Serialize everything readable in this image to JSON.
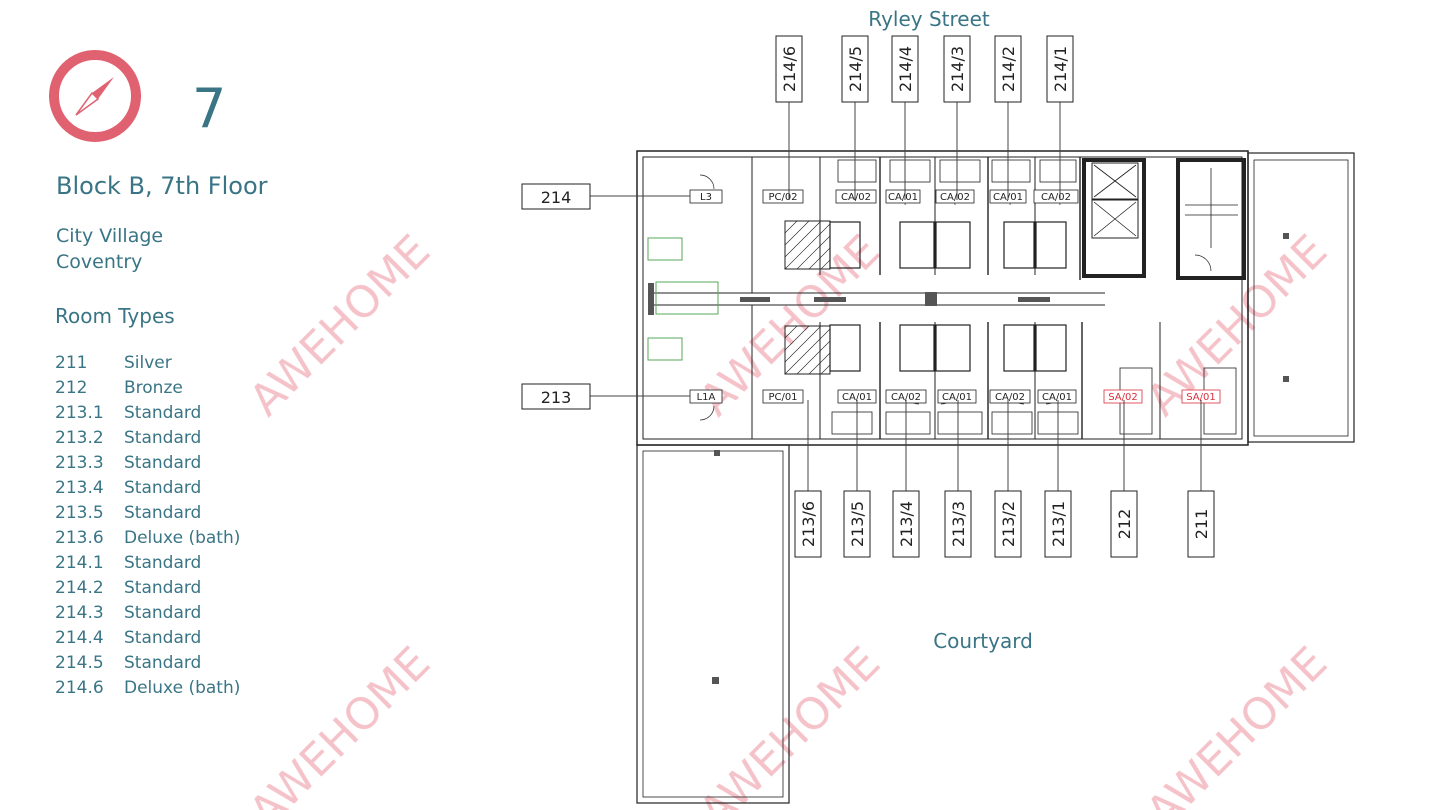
{
  "header": {
    "floor_number": "7",
    "title": "Block B, 7th Floor",
    "address_line1": "City Village",
    "address_line2": "Coventry"
  },
  "legend": {
    "heading": "Room Types",
    "rooms": [
      {
        "number": "211",
        "type": "Silver"
      },
      {
        "number": "212",
        "type": "Bronze"
      },
      {
        "number": "213.1",
        "type": "Standard"
      },
      {
        "number": "213.2",
        "type": "Standard"
      },
      {
        "number": "213.3",
        "type": "Standard"
      },
      {
        "number": "213.4",
        "type": "Standard"
      },
      {
        "number": "213.5",
        "type": "Standard"
      },
      {
        "number": "213.6",
        "type": "Deluxe (bath)"
      },
      {
        "number": "214.1",
        "type": "Standard"
      },
      {
        "number": "214.2",
        "type": "Standard"
      },
      {
        "number": "214.3",
        "type": "Standard"
      },
      {
        "number": "214.4",
        "type": "Standard"
      },
      {
        "number": "214.5",
        "type": "Standard"
      },
      {
        "number": "214.6",
        "type": "Deluxe (bath)"
      }
    ]
  },
  "plan": {
    "street_label": "Ryley Street",
    "courtyard_label": "Courtyard",
    "top_callouts": [
      "214/6",
      "214/5",
      "214/4",
      "214/3",
      "214/2",
      "214/1"
    ],
    "bottom_callouts": [
      "213/6",
      "213/5",
      "213/4",
      "213/3",
      "213/2",
      "213/1",
      "212",
      "211"
    ],
    "side_callouts": [
      "214",
      "213"
    ],
    "room_tags_top": [
      "L3",
      "PC/02",
      "CA/02",
      "CA/01",
      "CA/02",
      "CA/01",
      "CA/02"
    ],
    "room_tags_bottom": [
      "L1A",
      "PC/01",
      "CA/01",
      "CA/02",
      "CA/01",
      "CA/02",
      "CA/01"
    ],
    "red_tags": [
      "SA/02",
      "SA/01"
    ]
  },
  "watermark": "AWEHOME",
  "colors": {
    "accent": "#e06270",
    "text": "#3a7585",
    "watermark": "#f2b8bf",
    "line": "#222222",
    "red_tag": "#d9303d"
  }
}
